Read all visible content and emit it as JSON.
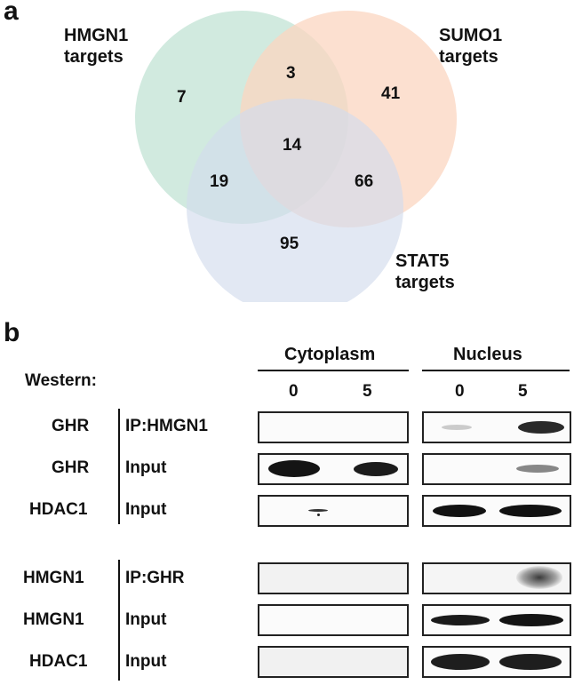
{
  "panel_a": {
    "letter": "a",
    "sets": [
      {
        "name_line1": "HMGN1",
        "name_line2": "targets",
        "color": "#cfe9dd"
      },
      {
        "name_line1": "SUMO1",
        "name_line2": "targets",
        "color": "#fbd6c0"
      },
      {
        "name_line1": "STAT5",
        "name_line2": "targets",
        "color": "#d3dced"
      }
    ],
    "regions": {
      "hmgn1_only": "7",
      "hmgn1_sumo1": "3",
      "sumo1_only": "41",
      "all_three": "14",
      "hmgn1_stat5": "19",
      "sumo1_stat5": "66",
      "stat5_only": "95"
    }
  },
  "panel_b": {
    "letter": "b",
    "western_label": "Western:",
    "compartments": [
      "Cytoplasm",
      "Nucleus"
    ],
    "lanes": [
      "0",
      "5",
      "0",
      "5"
    ],
    "rows": [
      {
        "protein": "GHR",
        "assay": "IP:HMGN1"
      },
      {
        "protein": "GHR",
        "assay": "Input"
      },
      {
        "protein": "HDAC1",
        "assay": "Input"
      },
      {
        "protein": "HMGN1",
        "assay": "IP:GHR"
      },
      {
        "protein": "HMGN1",
        "assay": "Input"
      },
      {
        "protein": "HDAC1",
        "assay": "Input"
      }
    ]
  }
}
